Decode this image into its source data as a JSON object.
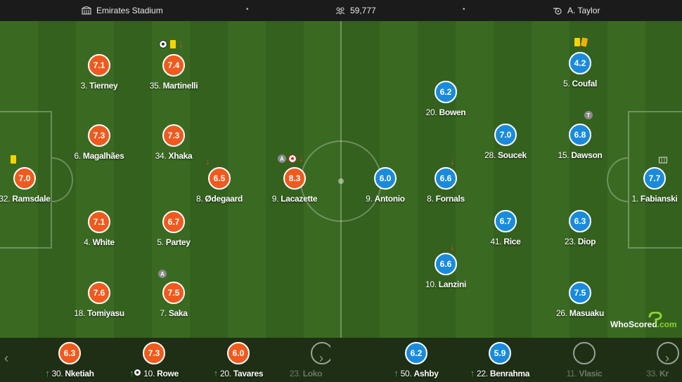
{
  "header": {
    "stadium": "Emirates Stadium",
    "attendance": "59,777",
    "referee": "A. Taylor"
  },
  "colors": {
    "home": "#f05a1e",
    "away": "#1a8bdc",
    "pitch": "#3a6a22"
  },
  "home": [
    {
      "num": "3.",
      "name": "Tierney",
      "rating": "7.1"
    },
    {
      "num": "35.",
      "name": "Martinelli",
      "rating": "7.4"
    },
    {
      "num": "6.",
      "name": "Magalhães",
      "rating": "7.3"
    },
    {
      "num": "34.",
      "name": "Xhaka",
      "rating": "7.3"
    },
    {
      "num": "32.",
      "name": "Ramsdale",
      "rating": "7.0"
    },
    {
      "num": "8.",
      "name": "Ødegaard",
      "rating": "6.5"
    },
    {
      "num": "9.",
      "name": "Lacazette",
      "rating": "8.3"
    },
    {
      "num": "4.",
      "name": "White",
      "rating": "7.1"
    },
    {
      "num": "5.",
      "name": "Partey",
      "rating": "6.7"
    },
    {
      "num": "18.",
      "name": "Tomiyasu",
      "rating": "7.6"
    },
    {
      "num": "7.",
      "name": "Saka",
      "rating": "7.5"
    }
  ],
  "away": [
    {
      "num": "5.",
      "name": "Coufal",
      "rating": "4.2"
    },
    {
      "num": "20.",
      "name": "Bowen",
      "rating": "6.2"
    },
    {
      "num": "28.",
      "name": "Soucek",
      "rating": "7.0"
    },
    {
      "num": "15.",
      "name": "Dawson",
      "rating": "6.8"
    },
    {
      "num": "9.",
      "name": "Antonio",
      "rating": "6.0"
    },
    {
      "num": "8.",
      "name": "Fornals",
      "rating": "6.6"
    },
    {
      "num": "1.",
      "name": "Fabianski",
      "rating": "7.7"
    },
    {
      "num": "41.",
      "name": "Rice",
      "rating": "6.7"
    },
    {
      "num": "23.",
      "name": "Diop",
      "rating": "6.3"
    },
    {
      "num": "10.",
      "name": "Lanzini",
      "rating": "6.6"
    },
    {
      "num": "26.",
      "name": "Masuaku",
      "rating": "7.5"
    }
  ],
  "bench": [
    {
      "num": "30.",
      "name": "Nketiah",
      "rating": "6.3"
    },
    {
      "num": "10.",
      "name": "Rowe",
      "rating": "7.3"
    },
    {
      "num": "20.",
      "name": "Tavares",
      "rating": "6.0"
    },
    {
      "num": "23.",
      "name": "Loko"
    },
    {
      "num": "50.",
      "name": "Ashby",
      "rating": "6.2"
    },
    {
      "num": "22.",
      "name": "Benrahma",
      "rating": "5.9"
    },
    {
      "num": "11.",
      "name": "Vlasic"
    },
    {
      "num": "33.",
      "name": "Kr"
    }
  ],
  "badges": {
    "assist": "A",
    "twitter": "T"
  },
  "nav": {
    "prev": "‹",
    "next": "›"
  },
  "logo": {
    "part1": "WhoScored",
    "part2": ".com"
  },
  "icons": [
    "stadium-icon",
    "attendance-icon",
    "referee-icon",
    "goal-icon",
    "yellow-card-icon",
    "red-card-icon",
    "sub-off-icon",
    "sub-on-icon",
    "assist-icon",
    "own-goal-icon"
  ]
}
